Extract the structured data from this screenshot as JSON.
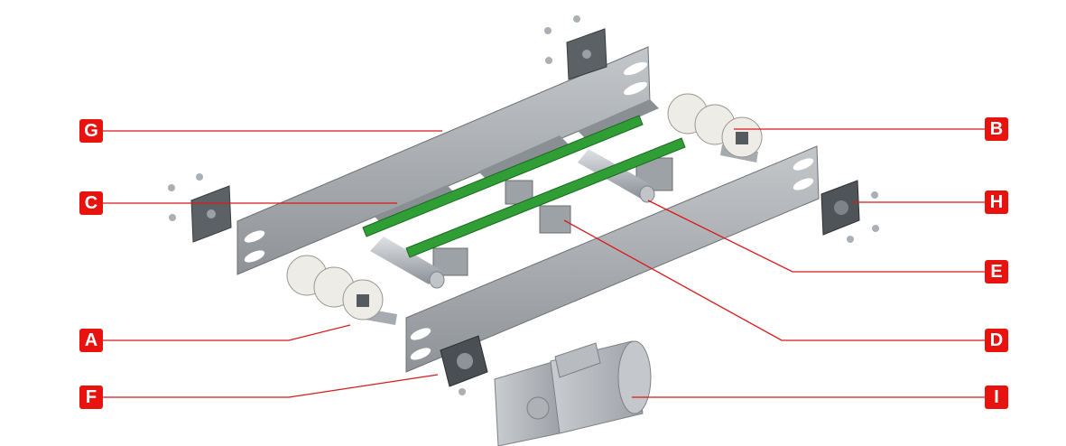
{
  "colors": {
    "badge": "#e8120f",
    "leader": "#d9191b",
    "steel": "#a9adb1",
    "green": "#2f9e35"
  },
  "labels": {
    "A": "A",
    "B": "B",
    "C": "C",
    "D": "D",
    "E": "E",
    "F": "F",
    "G": "G",
    "H": "H",
    "I": "I"
  }
}
